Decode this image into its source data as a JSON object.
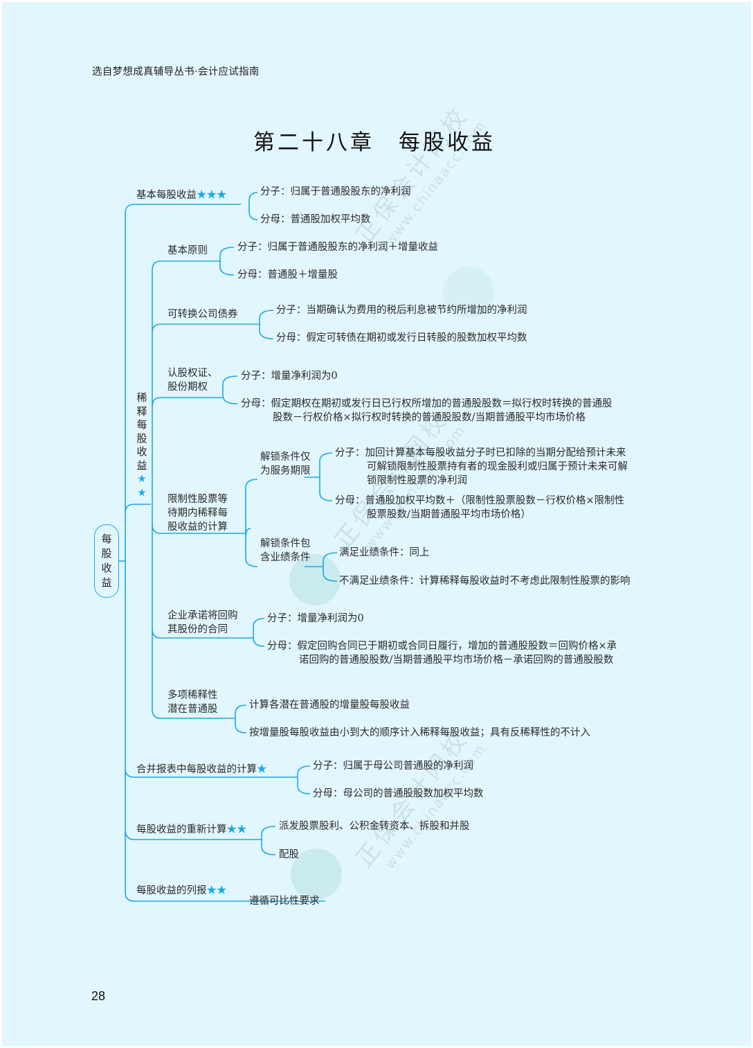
{
  "header": "选自梦想成真辅导丛书·会计应试指南",
  "title": "第二十八章　每股收益",
  "page_number": "28",
  "watermark": {
    "text": "正保会计网校",
    "url": "www.chinaacc.com"
  },
  "colors": {
    "background": "#e2f6fd",
    "line": "#1ea7e0",
    "star": "#1aa9e8"
  },
  "root": {
    "chars": [
      "每",
      "股",
      "收",
      "益"
    ]
  },
  "basic_eps": {
    "label": "基本每股收益",
    "stars": "★★★",
    "items": [
      "分子：归属于普通股股东的净利润",
      "分母：普通股加权平均数"
    ]
  },
  "diluted_eps": {
    "chars": [
      "稀",
      "释",
      "每",
      "股",
      "收",
      "益"
    ],
    "stars": [
      "★",
      "★"
    ],
    "basic_principle": {
      "label": "基本原则",
      "items": [
        "分子：归属于普通股股东的净利润＋增量收益",
        "分母：普通股＋增量股"
      ]
    },
    "convertible_bonds": {
      "label": "可转换公司债券",
      "items": [
        "分子：当期确认为费用的税后利息被节约所增加的净利润",
        "分母：假定可转债在期初或发行日转股的股数加权平均数"
      ]
    },
    "warrants_options": {
      "label_lines": [
        "认股权证、",
        "股份期权"
      ],
      "numerator": "分子：增量净利润为0",
      "denominator_lines": [
        "分母：假定期权在期初或发行日已行权所增加的普通股股数＝拟行权时转换的普通股",
        "股数－行权价格×拟行权时转换的普通股股数/当期普通股平均市场价格"
      ]
    },
    "restricted_stock": {
      "label_lines": [
        "限制性股票等",
        "待期内稀释每",
        "股收益的计算"
      ],
      "service_only": {
        "label_lines": [
          "解锁条件仅",
          "为服务期限"
        ],
        "numerator_lines": [
          "分子：加回计算基本每股收益分子时已扣除的当期分配给预计未来",
          "可解锁限制性股票持有者的现金股利或归属于预计未来可解",
          "锁限制性股票的净利润"
        ],
        "denominator_lines": [
          "分母：普通股加权平均数＋（限制性股票股数－行权价格×限制性",
          "股票股数/当期普通股平均市场价格）"
        ]
      },
      "performance": {
        "label_lines": [
          "解锁条件包",
          "含业绩条件"
        ],
        "items": [
          "满足业绩条件：同上",
          "不满足业绩条件：计算稀释每股收益时不考虑此限制性股票的影响"
        ]
      }
    },
    "repurchase": {
      "label_lines": [
        "企业承诺将回购",
        "其股份的合同"
      ],
      "numerator": "分子：增量净利润为0",
      "denominator_lines": [
        "分母：假定回购合同已于期初或合同日履行，增加的普通股股数＝回购价格×承",
        "诺回购的普通股股数/当期普通股平均市场价格－承诺回购的普通股股数"
      ]
    },
    "multiple": {
      "label_lines": [
        "多项稀释性",
        "潜在普通股"
      ],
      "items": [
        "计算各潜在普通股的增量股每股收益",
        "按增量股每股收益由小到大的顺序计入稀释每股收益；具有反稀释性的不计入"
      ]
    }
  },
  "consolidated": {
    "label": "合并报表中每股收益的计算",
    "stars": "★",
    "items": [
      "分子：归属于母公司普通股的净利润",
      "分母：母公司的普通股股数加权平均数"
    ]
  },
  "recalculation": {
    "label": "每股收益的重新计算",
    "stars": "★★",
    "items": [
      "派发股票股利、公积金转资本、拆股和并股",
      "配股"
    ]
  },
  "presentation": {
    "label": "每股收益的列报",
    "stars": "★★",
    "item": "遵循可比性要求"
  }
}
